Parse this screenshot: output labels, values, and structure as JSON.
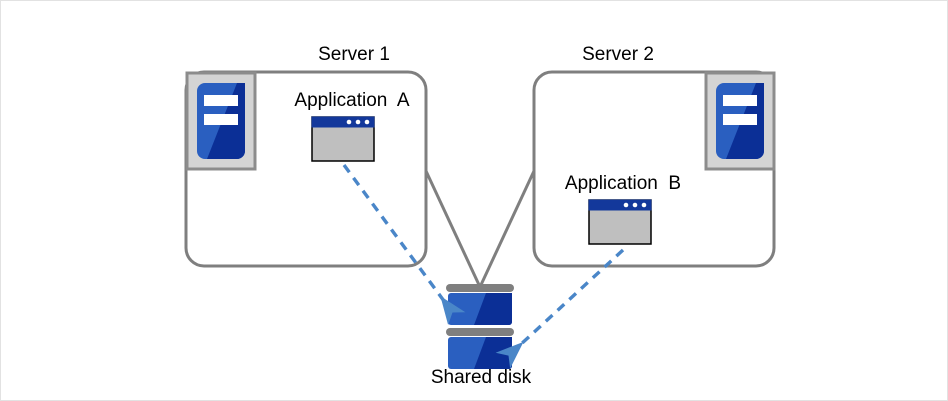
{
  "diagram": {
    "title": "Shared disk cluster diagram",
    "colors": {
      "box_border": "#7f7f7f",
      "connector_line": "#7f7f7f",
      "dashed_arrow": "#4a86c8",
      "server_icon_frame": "#d4d4d4",
      "server_icon_frame_border": "#8c8c8c",
      "server_icon_blue_light": "#2a5fc0",
      "server_icon_blue_dark": "#0b2f96",
      "app_window_titlebar": "#13389b",
      "app_window_body": "#bfbfbf",
      "app_window_border": "#000000",
      "disk_platter_light": "#2a5fc0",
      "disk_platter_dark": "#0b2f96",
      "disk_bar": "#7f7f7f",
      "page_border": "#e2e2e2",
      "text": "#000000"
    },
    "nodes": {
      "server1": {
        "label": "Server 1",
        "app_label": "Application  A",
        "icon": "server-icon",
        "app_icon": "app-window-icon"
      },
      "server2": {
        "label": "Server 2",
        "app_label": "Application  B",
        "icon": "server-icon",
        "app_icon": "app-window-icon"
      },
      "shared_disk": {
        "label": "Shared disk",
        "icon": "disk-stack-icon",
        "platters": 2
      }
    },
    "connections": [
      {
        "from": "server1",
        "to": "shared_disk",
        "style": "solid",
        "color": "#7f7f7f",
        "arrow": false
      },
      {
        "from": "server2",
        "to": "shared_disk",
        "style": "solid",
        "color": "#7f7f7f",
        "arrow": false
      },
      {
        "from": "server1.app_a",
        "to": "shared_disk",
        "style": "dashed",
        "color": "#4a86c8",
        "arrow": true
      },
      {
        "from": "server2.app_b",
        "to": "shared_disk",
        "style": "dashed",
        "color": "#4a86c8",
        "arrow": true
      }
    ]
  }
}
